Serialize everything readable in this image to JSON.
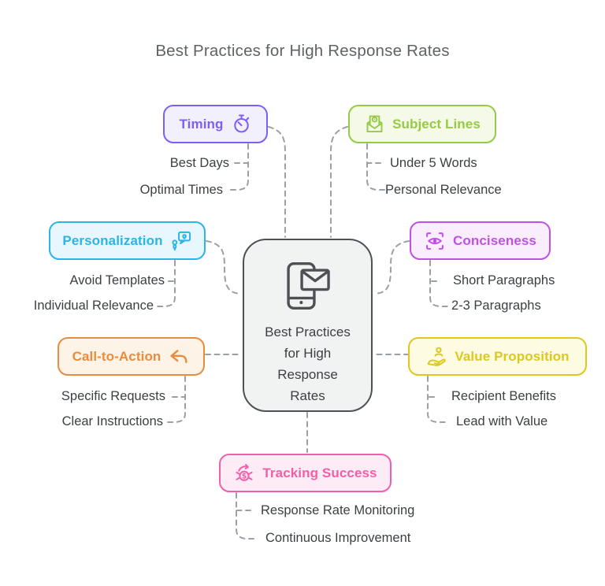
{
  "title": "Best Practices for High Response Rates",
  "center": {
    "label": "Best Practices for High Response Rates",
    "icon": "phone-mail-icon",
    "border_color": "#4d5156",
    "fill_color": "#f1f3f3",
    "text_color": "#3c4043"
  },
  "connector_color": "#9aa0a6",
  "sublabel_color": "#3c4043",
  "title_color": "#5f6368",
  "branches": [
    {
      "id": "timing",
      "label": "Timing",
      "icon": "stopwatch-icon",
      "icon_side": "right",
      "color": "#7d5ff5",
      "fill": "#f3f0fe",
      "items": [
        "Best Days",
        "Optimal Times"
      ]
    },
    {
      "id": "subject-lines",
      "label": "Subject Lines",
      "icon": "mail-user-icon",
      "icon_side": "left",
      "color": "#96ca43",
      "fill": "#f5fae8",
      "items": [
        "Under 5 Words",
        "Personal Relevance"
      ]
    },
    {
      "id": "personalization",
      "label": "Personalization",
      "icon": "person-chat-heart-icon",
      "icon_side": "right",
      "color": "#2cb3e8",
      "fill": "#e8f7fd",
      "items": [
        "Avoid Templates",
        "Individual Relevance"
      ]
    },
    {
      "id": "conciseness",
      "label": "Conciseness",
      "icon": "eye-scan-icon",
      "icon_side": "left",
      "color": "#c050e8",
      "fill": "#faeefe",
      "items": [
        "Short Paragraphs",
        "2-3 Paragraphs"
      ]
    },
    {
      "id": "call-to-action",
      "label": "Call-to-Action",
      "icon": "reply-arrow-icon",
      "icon_side": "right",
      "color": "#ea8c3c",
      "fill": "#fdf3e7",
      "items": [
        "Specific Requests",
        "Clear Instructions"
      ]
    },
    {
      "id": "value-proposition",
      "label": "Value Proposition",
      "icon": "hand-person-icon",
      "icon_side": "left",
      "color": "#ddc81e",
      "fill": "#fdfbe2",
      "items": [
        "Recipient Benefits",
        "Lead with Value"
      ]
    },
    {
      "id": "tracking-success",
      "label": "Tracking Success",
      "icon": "money-cycle-icon",
      "icon_side": "left",
      "color": "#f15fa8",
      "fill": "#fdebf5",
      "items": [
        "Response Rate Monitoring",
        "Continuous Improvement"
      ]
    }
  ]
}
